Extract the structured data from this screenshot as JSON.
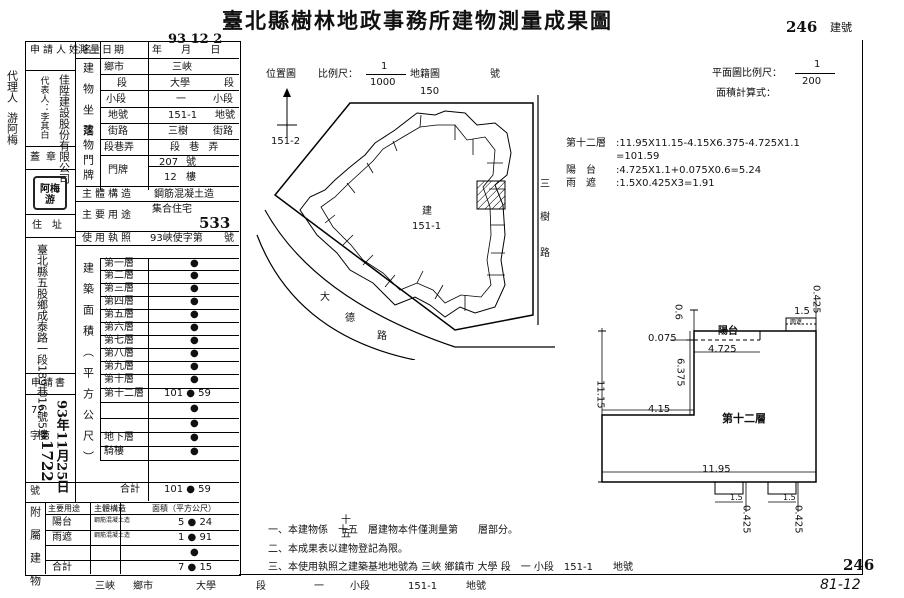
{
  "header": {
    "title": "臺北縣樹林地政事務所建物測量成果圖",
    "building_no": "246",
    "building_no_label": "建號"
  },
  "left_margin": {
    "agent_label": "代理人",
    "agent_name": "游阿梅"
  },
  "form": {
    "applicant_label": "申請人姓名",
    "applicant_name": "佳陞建設股份有限公司",
    "applicant_rep": "代表人：李其白",
    "seal_label": "蓋章",
    "seal_text": "阿梅游",
    "address_label": "住址",
    "address_value": "臺北縣五股鄉成泰路一段189巷16號5樓",
    "application_label": "申請書",
    "application_year": "93",
    "application_date": "93年11月25日",
    "application_word": "字第",
    "application_no": "1722",
    "application_no_suffix": "號",
    "application_prefix": "72",
    "survey_date_label": "測量日期",
    "survey_date_units": "年 月 日",
    "survey_date_value": "93 12 2",
    "location_group_label": "建物坐落",
    "city_label": "鄉市",
    "city_value": "三峽",
    "section_label": "段",
    "section_value": "大學",
    "section_suffix": "段",
    "subsection_label": "小段",
    "subsection_value": "一",
    "subsection_suffix": "小段",
    "lot_label": "地號",
    "lot_value": "151-1",
    "lot_suffix": "地號",
    "door_group_label": "建物門牌",
    "street_label": "街路",
    "street_value": "三樹",
    "street_suffix": "街路",
    "lane_label": "段巷弄",
    "lane_value": "段 巷 弄",
    "door_label": "門牌",
    "door_number": "207",
    "door_number_suffix": "號",
    "door_floor": "12",
    "door_floor_suffix": "樓",
    "structure_label": "主體構造",
    "structure_value": "鋼筋混凝土造",
    "use_label": "主要用途",
    "use_value": "集合住宅",
    "use_code": "533",
    "license_label": "使用執照",
    "license_value": "93峽使字第",
    "license_suffix": "號",
    "area_group_label": "建築面積（平方公尺）",
    "floors": [
      {
        "label": "第一層",
        "value": "●"
      },
      {
        "label": "第二層",
        "value": "●"
      },
      {
        "label": "第三層",
        "value": "●"
      },
      {
        "label": "第四層",
        "value": "●"
      },
      {
        "label": "第五層",
        "value": "●"
      },
      {
        "label": "第六層",
        "value": "●"
      },
      {
        "label": "第七層",
        "value": "●"
      },
      {
        "label": "第八層",
        "value": "●"
      },
      {
        "label": "第九層",
        "value": "●"
      },
      {
        "label": "第十層",
        "value": "●"
      },
      {
        "label": "第十二層",
        "value": "101 ● 59"
      },
      {
        "label": "",
        "value": "●"
      },
      {
        "label": "",
        "value": "●"
      },
      {
        "label": "地下層",
        "value": "●"
      },
      {
        "label": "騎樓",
        "value": "●"
      },
      {
        "label": "合計",
        "value": "101 ● 59"
      }
    ],
    "annex_label": "附屬建物",
    "annex_headers": [
      "主要用途",
      "主體構造",
      "面積（平方公尺）"
    ],
    "annex_rows": [
      {
        "use": "陽台",
        "structure": "鋼筋混凝土造",
        "area": "5 ● 24"
      },
      {
        "use": "雨遮",
        "structure": "鋼筋混凝土造",
        "area": "1 ● 91"
      },
      {
        "use": "",
        "structure": "",
        "area": "●"
      },
      {
        "use": "合計",
        "structure": "",
        "area": "7 ● 15"
      }
    ]
  },
  "location_map": {
    "label": "位置圖",
    "scale_label": "比例尺：",
    "scale_num": "1",
    "scale_den": "1000",
    "map_label": "地籍圖",
    "map_no_label": "號",
    "lot_top": "150",
    "lot_left": "151-2",
    "building_label": "建",
    "building_lot": "151-1",
    "road_big": "大",
    "road_de": "德",
    "road_lu": "路",
    "road_san": "三",
    "road_shu": "樹",
    "road_lu2": "路"
  },
  "plan": {
    "scale_label": "平面圖比例尺：",
    "scale_num": "1",
    "scale_den": "200",
    "calc_label": "面積計算式：",
    "calc_lines": [
      {
        "label": "第十二層",
        "formula": ":11.95X11.15-4.15X6.375-4.725X1.1"
      },
      {
        "label": "",
        "formula": "=101.59"
      },
      {
        "label": "陽　台",
        "formula": ":4.725X1.1+0.075X0.6=5.24"
      },
      {
        "label": "雨　遮",
        "formula": ":1.5X0.425X3=1.91"
      }
    ],
    "floor_label": "第十二層",
    "balcony_label": "陽台",
    "canopy_label": "雨遮",
    "dims": {
      "d_0_6": "0.6",
      "d_0_425_top": "0.425",
      "d_1_5_top": "1.5",
      "d_0_075": "0.075",
      "d_4_725": "4.725",
      "d_11_15": "11.15",
      "d_6_375": "6.375",
      "d_4_15": "4.15",
      "d_11_95": "11.95",
      "d_0_425_b1": "0.425",
      "d_0_425_b2": "0.425",
      "d_1_5_b1": "1.5",
      "d_1_5_b2": "1.5"
    }
  },
  "notes": [
    "一、本建物係　十五　層建物本件僅測量第　　層部分。",
    "二、本成果表以建物登記為限。",
    "三、本使用執照之建築基地地號為 三峽 鄉鎮市 大學 段　一 小段　151-1　　地號"
  ],
  "note_floor_top": "十",
  "note_floor_bottom": "五",
  "corner_no": "246",
  "footer": {
    "city": "三峽",
    "city_suffix": "鄉市",
    "section": "大學",
    "section_suffix": "段",
    "subsection": "一",
    "subsection_suffix": "小段",
    "lot": "151-1",
    "lot_suffix": "地號",
    "handwritten": "81-12"
  }
}
